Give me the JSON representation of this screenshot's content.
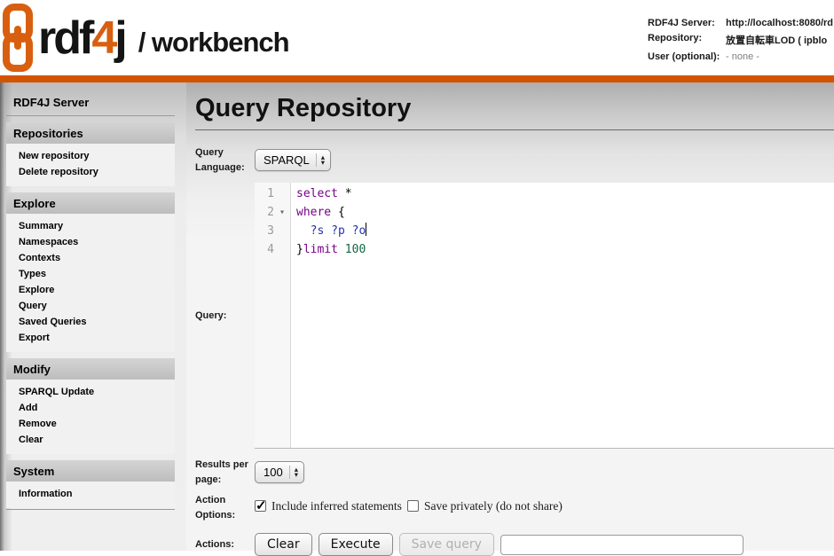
{
  "colors": {
    "accent_orange": "#d35400",
    "logo_orange": "#d85f0f",
    "code_keyword": "#770088",
    "code_variable": "#2233aa",
    "code_number": "#116644"
  },
  "header": {
    "logo": {
      "icon": "chain-link-icon",
      "brand_prefix": "rdf",
      "brand_accent": "4",
      "brand_suffix": "j",
      "app_name": "/ workbench"
    },
    "server_info": [
      {
        "label": "RDF4J Server:",
        "value": "http://localhost:8080/rd",
        "muted": false
      },
      {
        "label": "Repository:",
        "value": "放置自転車LOD ( ipblo",
        "muted": false
      },
      {
        "label": "User (optional):",
        "value": "- none -",
        "muted": true
      }
    ]
  },
  "sidebar": {
    "title": "RDF4J Server",
    "sections": [
      {
        "label": "Repositories",
        "items": [
          "New repository",
          "Delete repository"
        ]
      },
      {
        "label": "Explore",
        "items": [
          "Summary",
          "Namespaces",
          "Contexts",
          "Types",
          "Explore",
          "Query",
          "Saved Queries",
          "Export"
        ]
      },
      {
        "label": "Modify",
        "items": [
          "SPARQL Update",
          "Add",
          "Remove",
          "Clear"
        ]
      },
      {
        "label": "System",
        "items": [
          "Information"
        ]
      }
    ]
  },
  "main": {
    "title": "Query Repository",
    "query_language": {
      "label": "Query Language:",
      "value": "SPARQL"
    },
    "query": {
      "label": "Query:",
      "lines": [
        {
          "number": "1",
          "fold": "",
          "cursor": false,
          "tokens": [
            [
              "kw",
              "select"
            ],
            [
              "pl",
              " *"
            ]
          ]
        },
        {
          "number": "2",
          "fold": "▾",
          "cursor": false,
          "tokens": [
            [
              "kw",
              "where"
            ],
            [
              "pl",
              " {"
            ]
          ]
        },
        {
          "number": "3",
          "fold": "",
          "cursor": true,
          "tokens": [
            [
              "pl",
              "  "
            ],
            [
              "var",
              "?s"
            ],
            [
              "pl",
              " "
            ],
            [
              "var",
              "?p"
            ],
            [
              "pl",
              " "
            ],
            [
              "var",
              "?o"
            ]
          ]
        },
        {
          "number": "4",
          "fold": "",
          "cursor": false,
          "tokens": [
            [
              "pl",
              "}"
            ],
            [
              "kw",
              "limit"
            ],
            [
              "pl",
              " "
            ],
            [
              "num",
              "100"
            ]
          ]
        }
      ]
    },
    "results_per_page": {
      "label": "Results per page:",
      "value": "100"
    },
    "action_options": {
      "label": "Action Options:",
      "options": [
        {
          "label": "Include inferred statements",
          "checked": true
        },
        {
          "label": "Save privately (do not share)",
          "checked": false
        }
      ]
    },
    "actions": {
      "label": "Actions:",
      "buttons": [
        {
          "label": "Clear",
          "enabled": true
        },
        {
          "label": "Execute",
          "enabled": true
        },
        {
          "label": "Save query",
          "enabled": false
        }
      ],
      "query_name_value": ""
    }
  }
}
